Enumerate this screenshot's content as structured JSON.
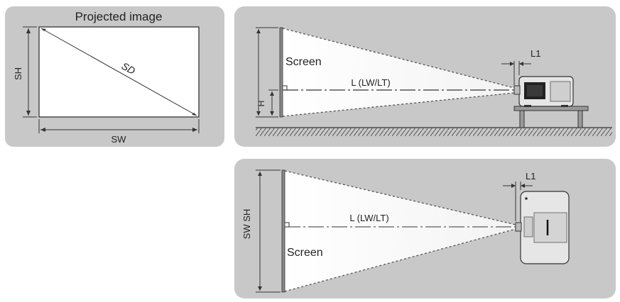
{
  "projected_image": {
    "title": "Projected image",
    "sh_label": "SH",
    "sw_label": "SW",
    "sd_label": "SD"
  },
  "side_view": {
    "screen_label": "Screen",
    "distance_label": "L (LW/LT)",
    "height_label": "H",
    "l1_label": "L1"
  },
  "top_view": {
    "screen_label": "Screen",
    "distance_label": "L (LW/LT)",
    "size_label": "SW SH",
    "l1_label": "L1"
  }
}
